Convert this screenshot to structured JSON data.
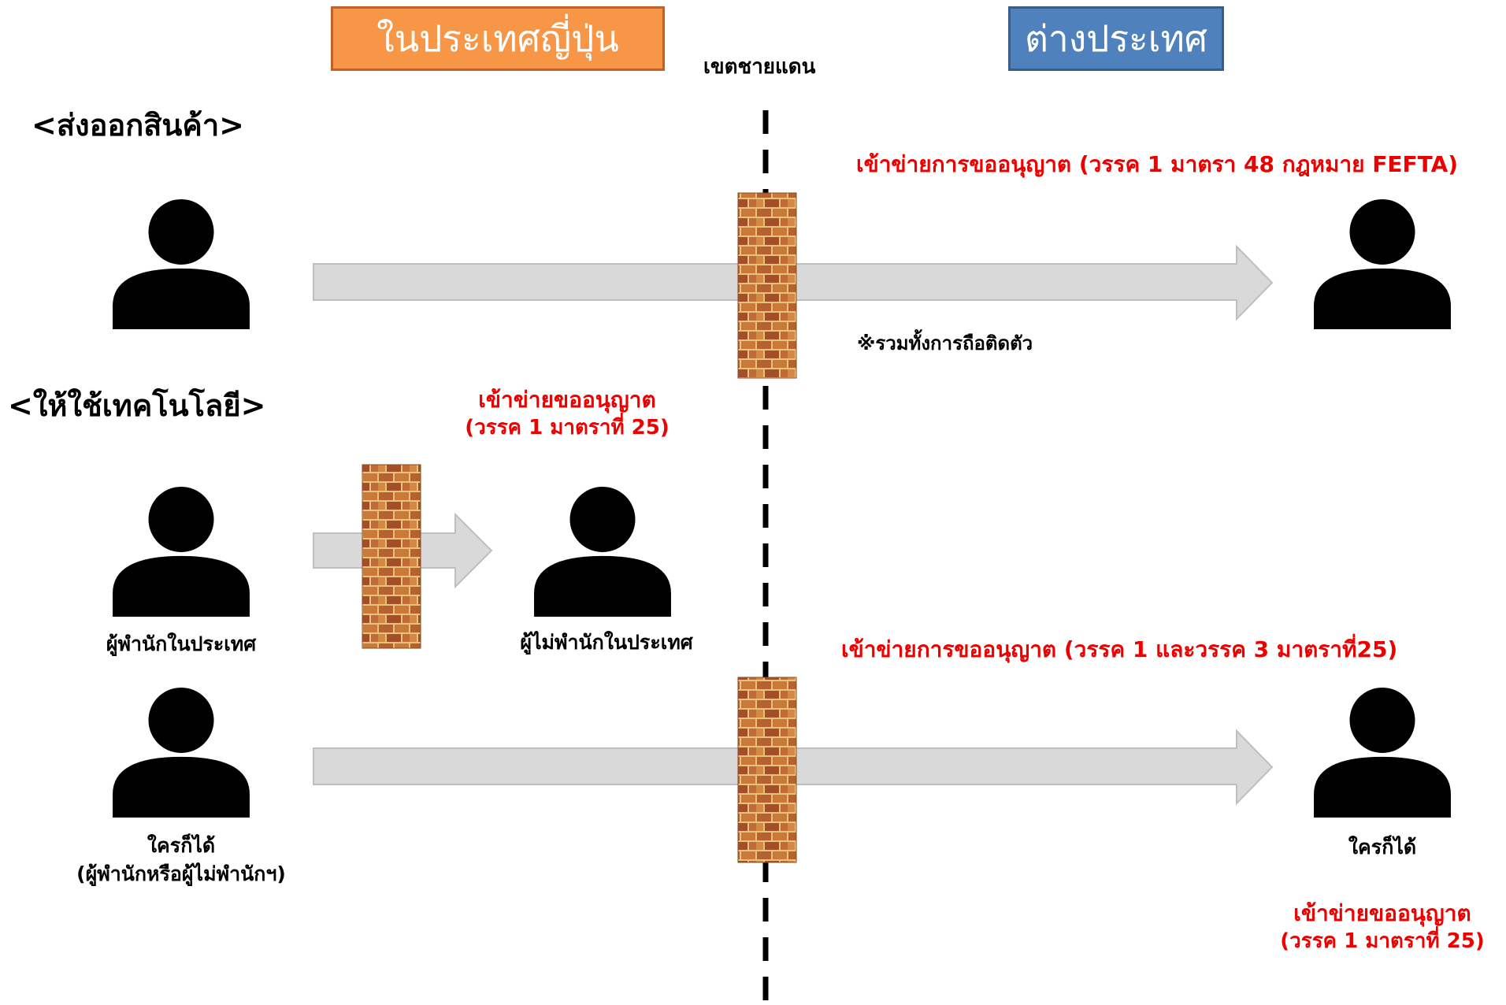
{
  "headers": {
    "japan": "ในประเทศญี่ปุ่น",
    "foreign": "ต่างประเทศ",
    "border": "เขตชายแดน"
  },
  "sections": {
    "export": "<ส่งออกสินค้า>",
    "technology": "<ให้ใช้เทคโนโลยี>"
  },
  "notes": {
    "export_permit": "เข้าข่ายการขออนุญาต (วรรค 1 มาตรา 48 กฎหมาย FEFTA)",
    "export_note": "※รวมทั้งการถือติดตัว",
    "domestic_permit_line1": "เข้าข่ายขออนุญาต",
    "domestic_permit_line2": "(วรรค 1 มาตราที่ 25)",
    "cross_permit": "เข้าข่ายการขออนุญาต (วรรค 1 และวรรค 3 มาตราที่25)",
    "receiver_permit_line1": "เข้าข่ายขออนุญาต",
    "receiver_permit_line2": "(วรรค 1 มาตราที่ 25)"
  },
  "people": {
    "resident": "ผู้พำนักในประเทศ",
    "non_resident": "ผู้ไม่พำนักในประเทศ",
    "anyone_left_line1": "ใครก็ได้",
    "anyone_left_line2": "(ผู้พำนักหรือผู้ไม่พำนักฯ)",
    "anyone_right": "ใครก็ได้"
  },
  "colors": {
    "header_japan": "#f79646",
    "header_foreign": "#4f81bd",
    "arrow_fill": "#d9d9d9",
    "arrow_stroke": "#bfbfbf",
    "permit_text": "#ee0000",
    "brick": "#b5602f",
    "mortar": "#e8c27a"
  }
}
